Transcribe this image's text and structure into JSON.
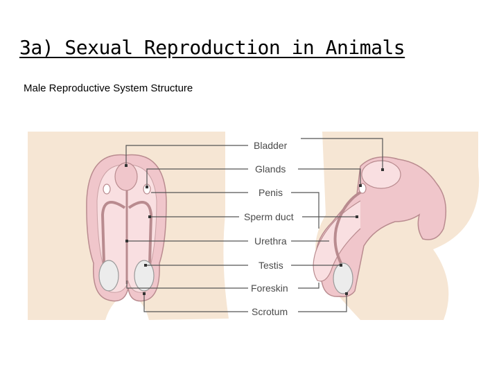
{
  "slide": {
    "title": "3a) Sexual Reproduction in Animals",
    "subtitle": "Male Reproductive System Structure"
  },
  "diagram": {
    "labels": [
      "Bladder",
      "Glands",
      "Penis",
      "Sperm duct",
      "Urethra",
      "Testis",
      "Foreskin",
      "Scrotum"
    ],
    "colors": {
      "skin": "#f6e6d4",
      "organ_outer": "#f0c6cb",
      "organ_inner": "#f9dfe1",
      "outline": "#b98b8f",
      "testis": "#ececec"
    }
  }
}
